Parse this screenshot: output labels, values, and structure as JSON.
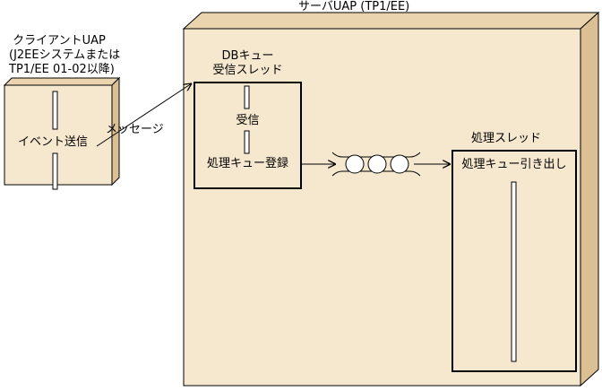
{
  "client": {
    "title_line1": "クライアントUAP",
    "title_line2": "(J2EEシステムまたは",
    "title_line3": "TP1/EE 01-02以降)",
    "event_label": "イベント送信"
  },
  "message_label": "メッセージ",
  "server": {
    "title": "サーバUAP (TP1/EE)",
    "db_queue_thread": {
      "title_line1": "DBキュー",
      "title_line2": "受信スレッド",
      "receive_label": "受信",
      "register_label": "処理キュー登録"
    },
    "process_thread": {
      "title": "処理スレッド",
      "dequeue_label": "処理キュー引き出し"
    }
  },
  "colors": {
    "box_fill": "#f6e8cf",
    "box_top": "#ead4ae",
    "box_side": "#dcc093",
    "line": "#000000"
  }
}
